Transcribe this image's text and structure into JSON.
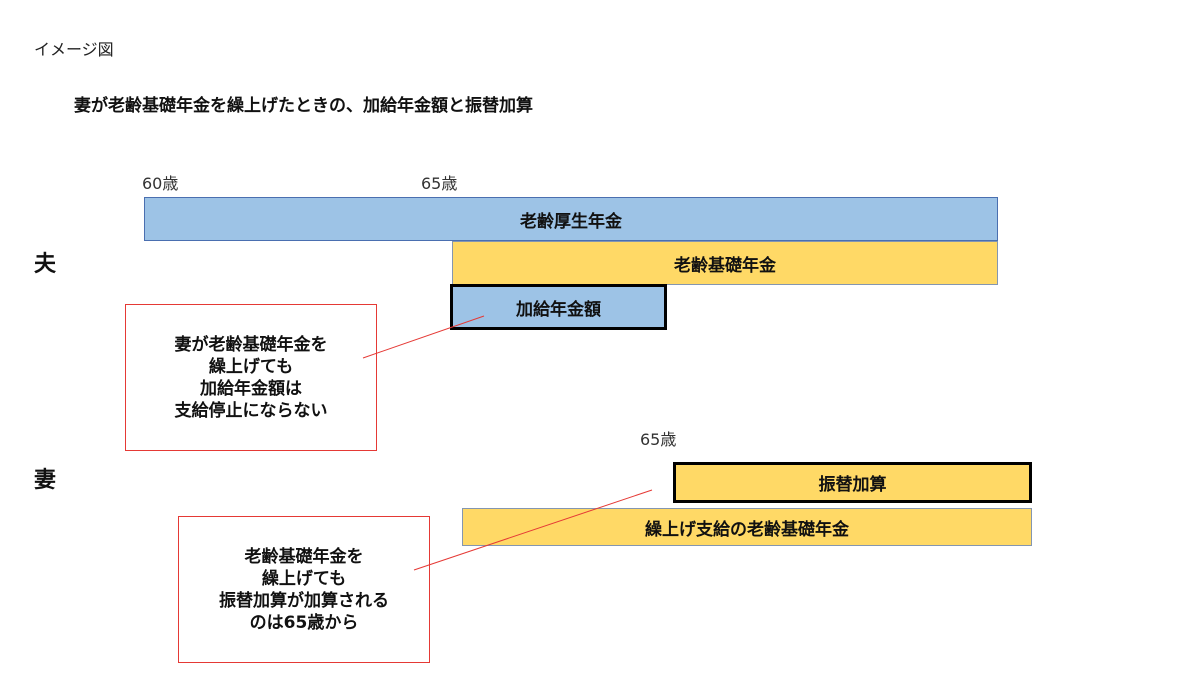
{
  "caption": "イメージ図",
  "title": "妻が老齢基礎年金を繰上げたときの、加給年金額と振替加算",
  "colors": {
    "blue": "#9dc3e6",
    "yellow": "#ffd966",
    "callout_border": "#e53935"
  },
  "husband": {
    "label": "夫",
    "age_labels": [
      "60歳",
      "65歳"
    ],
    "bars": {
      "employee_pension": "老齢厚生年金",
      "basic_pension": "老齢基礎年金",
      "spousal_addition": "加給年金額"
    },
    "note": "妻が老齢基礎年金を\n繰上げても\n加給年金額は\n支給停止にならない"
  },
  "wife": {
    "label": "妻",
    "age_label": "65歳",
    "bars": {
      "transfer_addition": "振替加算",
      "early_basic_pension": "繰上げ支給の老齢基礎年金"
    },
    "note": "老齢基礎年金を\n繰上げても\n振替加算が加算される\nのは65歳から"
  }
}
